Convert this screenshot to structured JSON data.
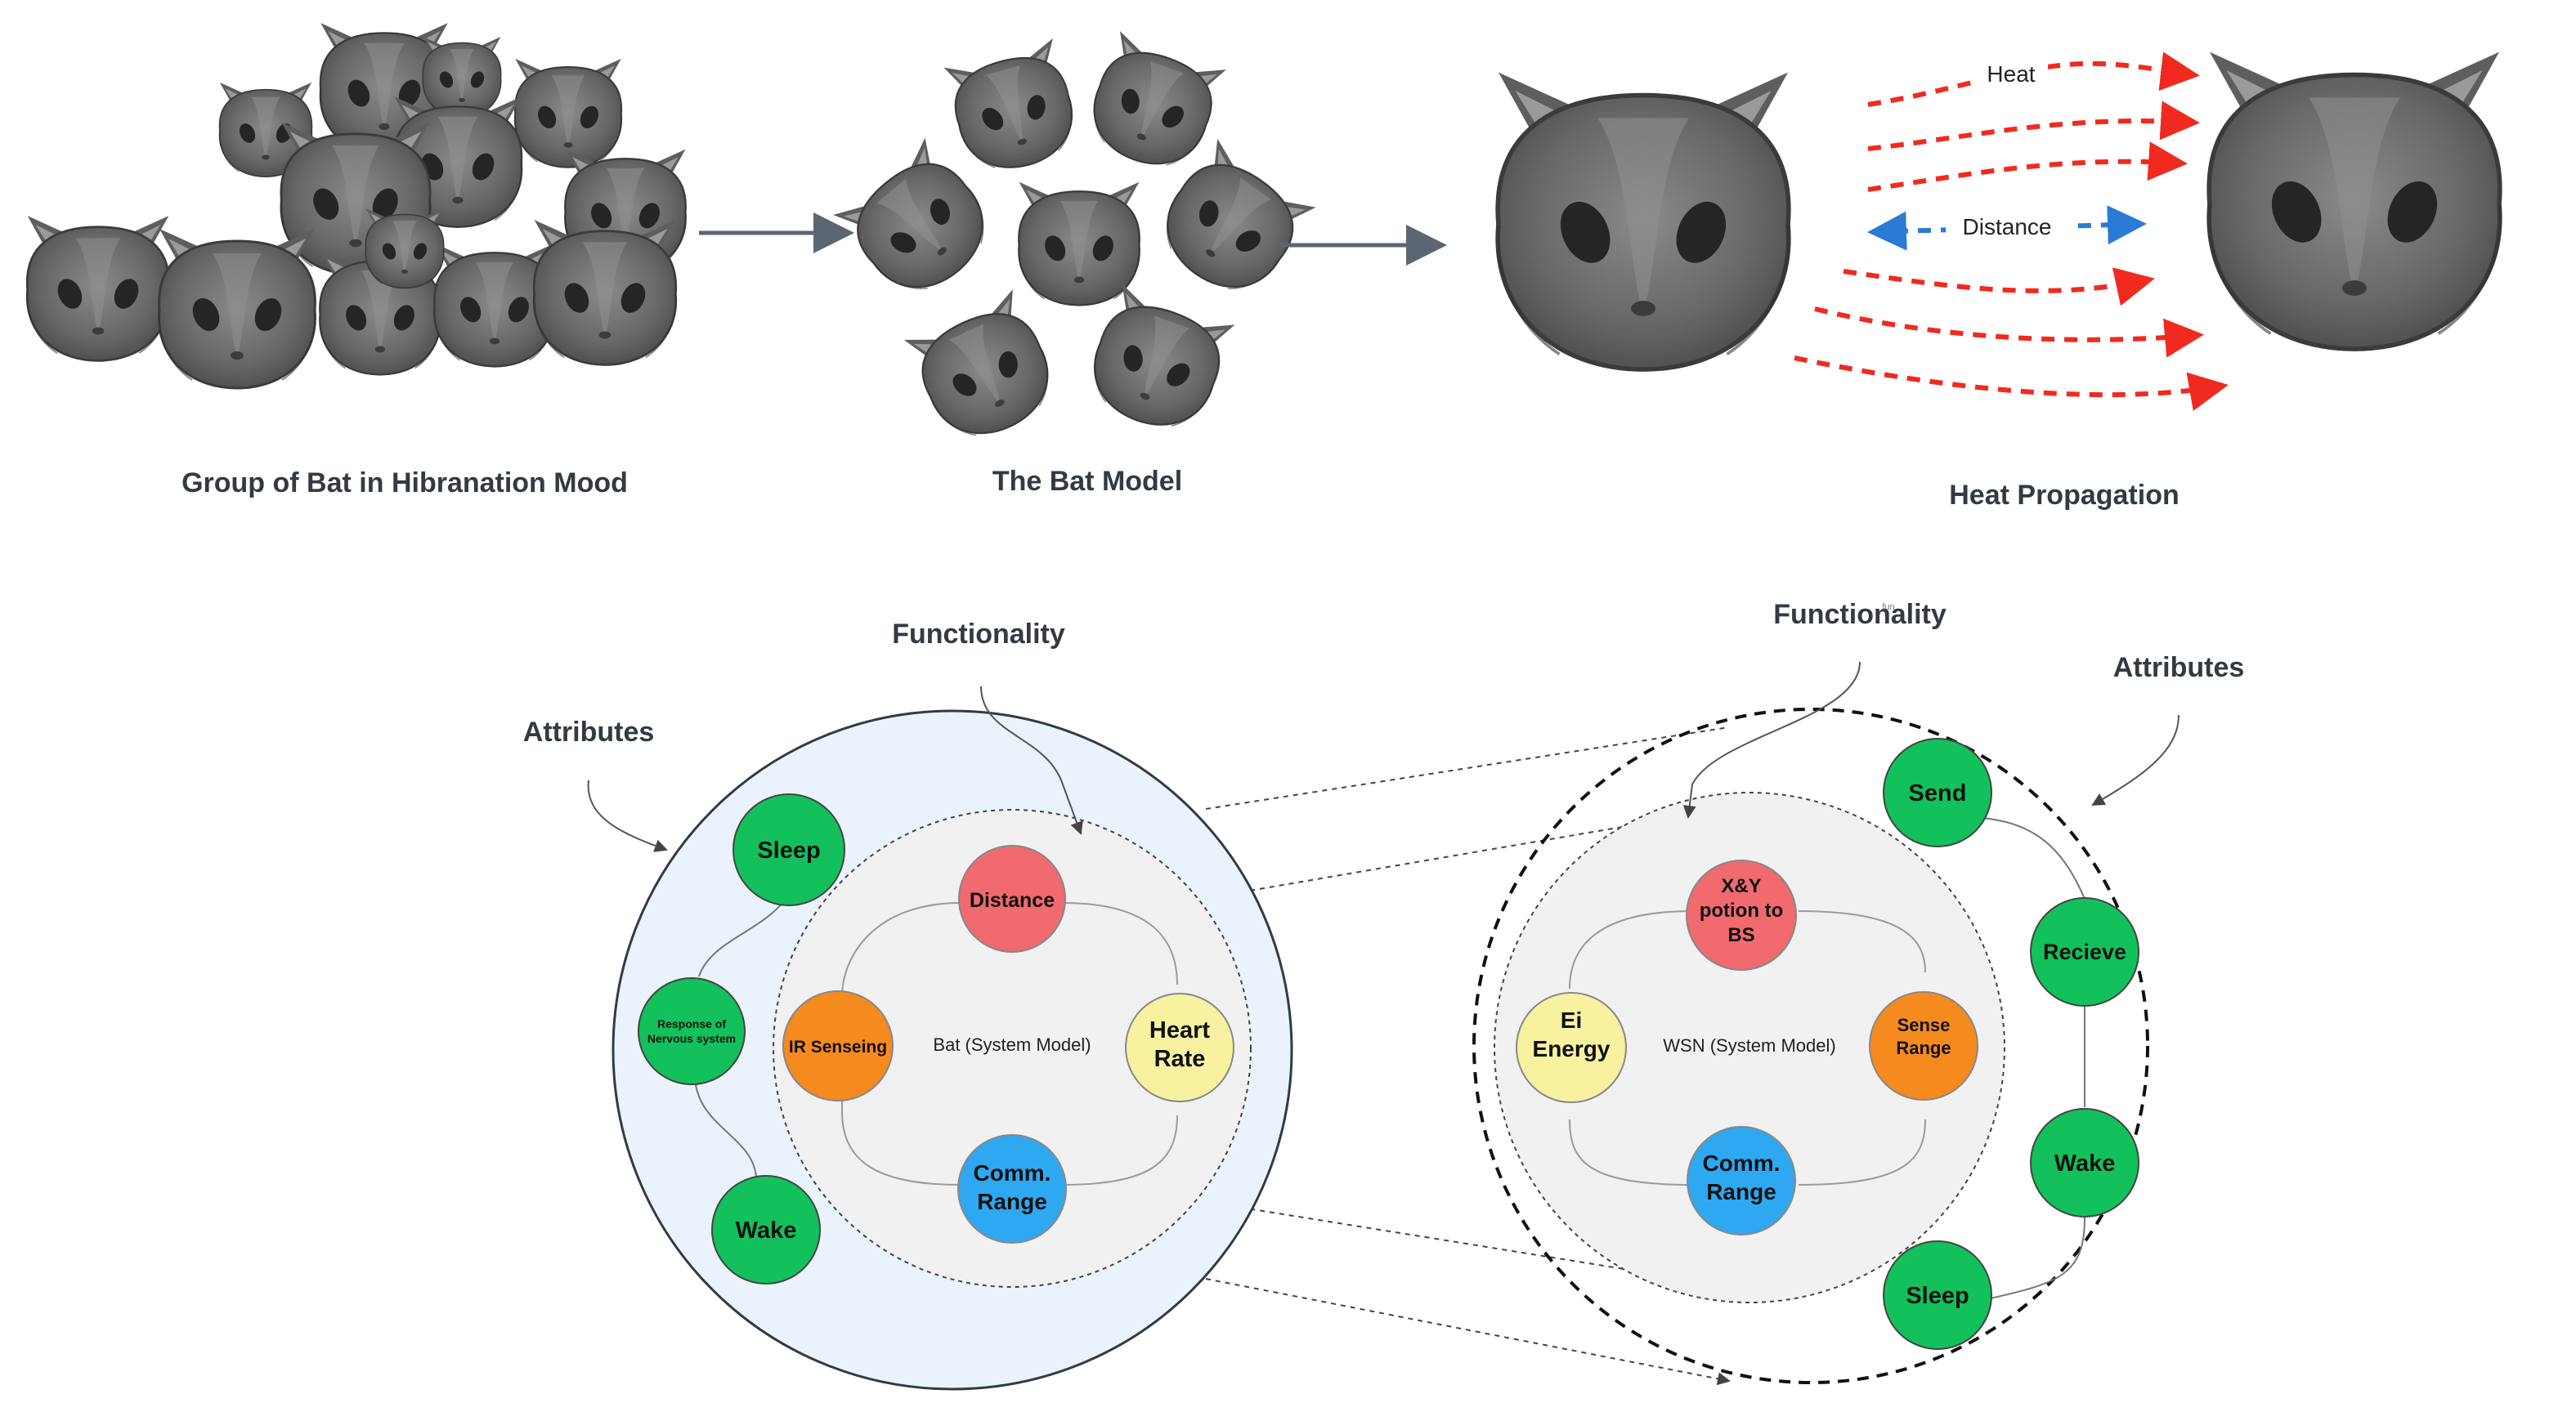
{
  "captions": {
    "group": "Group of Bat in Hibranation Mood",
    "model": "The Bat Model",
    "heat_propagation": "Heat  Propagation"
  },
  "heat_figure": {
    "heat_label": "Heat",
    "distance_label": "Distance"
  },
  "left_model": {
    "functionality_label": "Functionality",
    "attributes_label": "Attributes",
    "center_label": "Bat (System Model)",
    "functions": {
      "distance": "Distance",
      "ir_sensing": "IR Senseing",
      "heart_rate_line1": "Heart",
      "heart_rate_line2": "Rate",
      "comm_line1": "Comm.",
      "comm_line2": "Range"
    },
    "attributes": {
      "sleep": "Sleep",
      "response_line1": "Response of",
      "response_line2": "Nervous system",
      "wake": "Wake"
    }
  },
  "right_model": {
    "functionality_label": "Functionality",
    "functionality_superscript": "fun",
    "attributes_label": "Attributes",
    "center_label": "WSN (System Model)",
    "functions": {
      "xy_line1": "X&Y",
      "xy_line2": "potion to",
      "xy_line3": "BS",
      "energy_line1": "Ei",
      "energy_line2": "Energy",
      "sense_line1": "Sense",
      "sense_line2": "Range",
      "comm_line1": "Comm.",
      "comm_line2": "Range"
    },
    "attributes": {
      "send": "Send",
      "receive": "Recieve",
      "wake": "Wake",
      "sleep": "Sleep"
    }
  },
  "colors": {
    "red_node": "#f06a6f",
    "orange_node": "#f58a1f",
    "yellow_node": "#f7f1a0",
    "blue_node": "#2fa8f2",
    "green_node": "#12c15b",
    "heat_arrow": "#f02a1f",
    "distance_arrow": "#2a7ad6",
    "outer_fill": "#eaf2fb",
    "inner_fill": "#f1f1f1",
    "text_dark": "#333a44"
  },
  "icons": [
    "bat-icon",
    "arrow-right-icon",
    "dashed-arrow-icon"
  ]
}
